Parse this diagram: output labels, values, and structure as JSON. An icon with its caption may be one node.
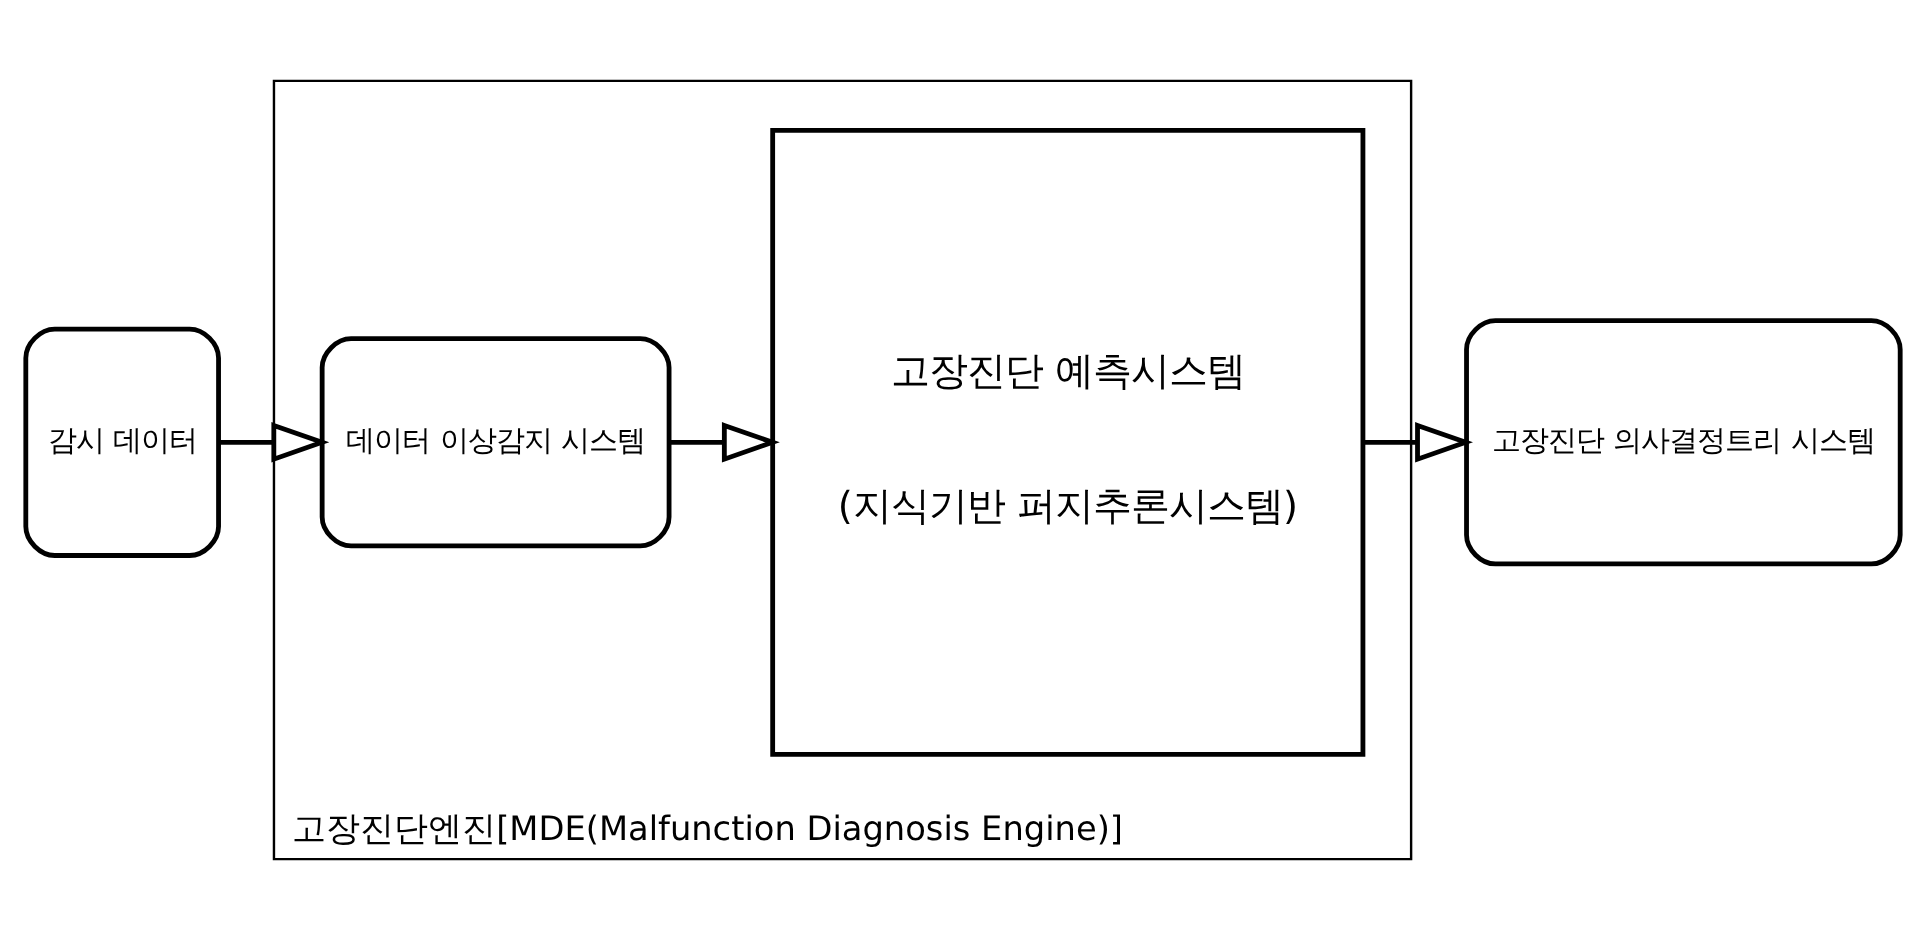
{
  "diagram": {
    "nodes": [
      {
        "text": [
          "감시 데이터"
        ]
      },
      {
        "text": [
          "고장진단엔진[MDE(Malfunction Diagnosis Engine)]"
        ]
      },
      {
        "text": [
          "데이터 이상감지 시스템"
        ],
        "in": 1
      },
      {
        "text": [
          "고장진단 예측시스템",
          "(지식기반 퍼지추론시스템)"
        ],
        "in": 1
      },
      {
        "text": [
          "고장진단 의사결정트리 시스템"
        ]
      }
    ],
    "edges": [
      {
        "from": 0,
        "to": 2,
        "arrow": "to"
      },
      {
        "from": 2,
        "to": 3,
        "arrow": "to"
      },
      {
        "from": 3,
        "to": 4,
        "arrow": "to"
      }
    ]
  }
}
